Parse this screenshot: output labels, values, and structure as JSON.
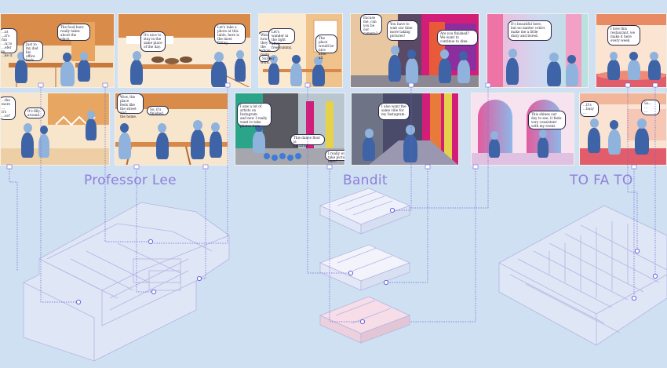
{
  "sites": {
    "professor_lee": "Professor Lee",
    "bandit": "Bandit",
    "to_fa_to": "TO FA TO"
  },
  "bubbles": {
    "p1_a": "...nt\n...it's fun\n...ix to\n...efer to\n...ke it.",
    "p1_b": "Just to\nmy dad\nhis office\nbeds.",
    "p1_c": "The food here\nreally takes\nabout the place.",
    "p2_a": "It's nice to\nstay in the\nsame place\nof the day.",
    "p2_b": "Let's take a\nphoto at this\ntable, here is\nthe most fitting.",
    "p3_a": "Watch how\nthey use the\nwhole room\nfor their work.",
    "p3_b": "Let's wander in\nthe light after\nfree yummy.",
    "p3_c": "The place\nwould be\nnice after\nall.",
    "p3_d": "Sure!",
    "p4_a": "Excuse\nme, can\nyou be our\ncamera?",
    "p4_b": "You have to\nwait our time\nmore taking\npictures!",
    "p4_c": "Are you finished?\nWe want to\ncontinue to dine.",
    "p5_a": "It's beautiful here,\nbut no matter colors\nmake me a little\ndizzy and bored.",
    "p6_a": "I love this\nrestaurant, we\nmake it here\nevery week.",
    "p7_a": "...the\nmore\n...\nit's\n...ve?",
    "p7_b": "It's filly\naround.",
    "p8_a": "Wow, the place\nfeels like\nthe street and\nthe home.",
    "p8_b": "So, it's\nfinished.",
    "p9_a": "I saw a lot of\nartists on Instagram\nand now I really\nwant to take\nphotos here.",
    "p9_b": "This dance floor is\namazing!",
    "p9_c": "I really want to\ntake pictures here!",
    "p10_a": "I also want the\nsame vibe for\nmy Instagram.",
    "p11_a": "This shines our\nday to see, it feels\nvery consistent\nwith my event.",
    "p12_a": "...It's\n...busy\n...",
    "p12_b": "So...\n...\n..."
  },
  "colors": {
    "background": "#cfe0f2",
    "title": "#8f7fd8",
    "leader": "#6b64d9",
    "people": "#3e63a6",
    "people_light": "#8fb3dd",
    "wood": "#d8894a",
    "cream": "#f7e4c7",
    "magenta": "#d21d79",
    "teal": "#2aa58a",
    "axon_line": "#b4b6e2"
  }
}
